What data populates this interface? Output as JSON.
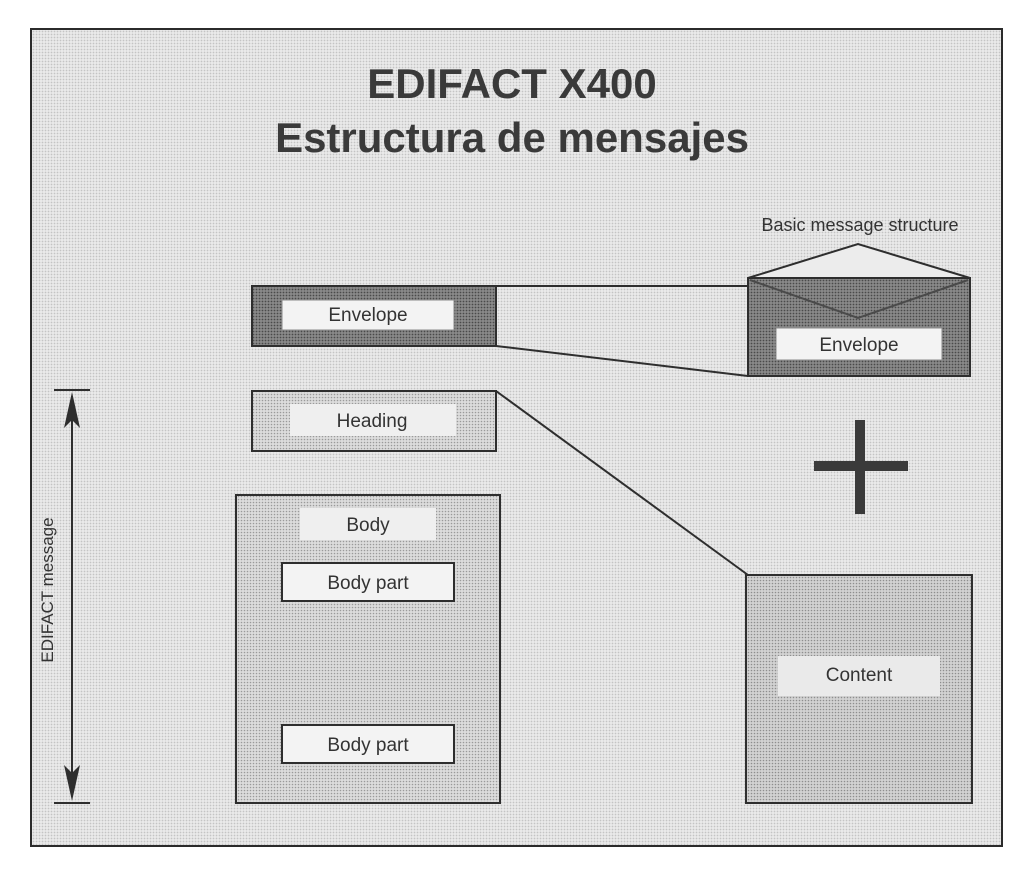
{
  "title": {
    "line1": "EDIFACT X400",
    "line2": "Estructura de mensajes"
  },
  "left_structure": {
    "envelope_label": "Envelope",
    "heading_label": "Heading",
    "body_label": "Body",
    "body_parts": [
      "Body part",
      "Body part"
    ],
    "dimension_label": "EDIFACT message"
  },
  "right_structure": {
    "caption": "Basic message structure",
    "envelope_label": "Envelope",
    "content_label": "Content"
  },
  "colors": {
    "background": "#e9e9e9",
    "dark_fill": "#7a7a7a",
    "light_fill": "#d8d8d8",
    "white_box": "#f3f3f3",
    "stroke": "#2e2e2e"
  },
  "icons": {
    "plus": "plus-sign-icon",
    "envelope": "envelope-icon",
    "double_arrow": "vertical-double-arrow-icon"
  }
}
